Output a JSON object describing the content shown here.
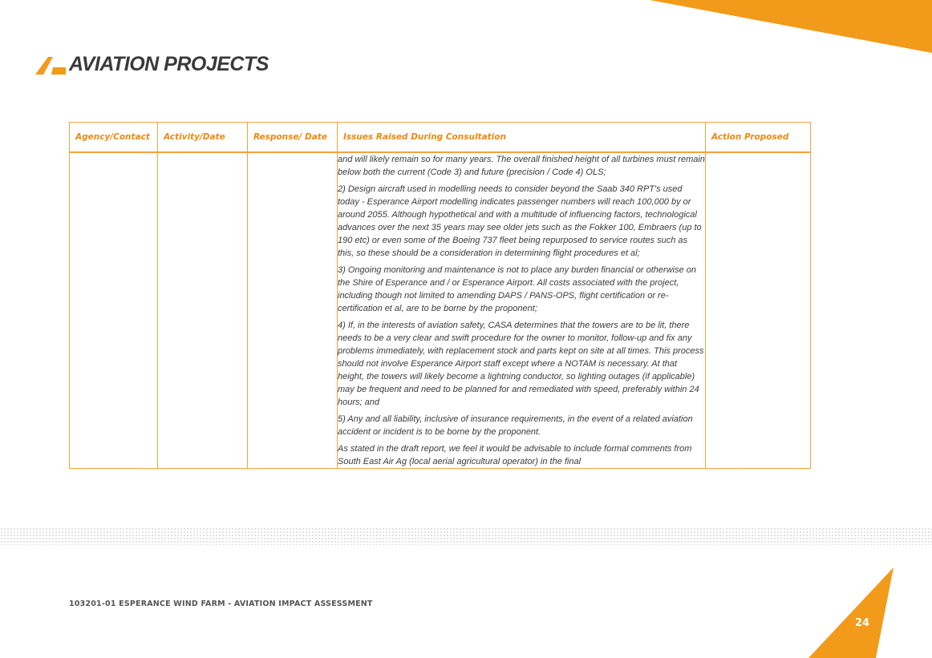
{
  "brand": {
    "logo_text": "AVIATION PROJECTS",
    "accent_color": "#f29a1a",
    "accent_color_light": "#f4a340"
  },
  "table": {
    "headers": [
      "Agency/Contact",
      "Activity/Date",
      "Response/ Date",
      "Issues Raised During Consultation",
      "Action Proposed"
    ],
    "row": {
      "agency": "",
      "activity": "",
      "response": "",
      "action": "",
      "issues": [
        "and will likely remain so for many years. The overall finished height of all turbines must remain below both the current (Code 3) and future (precision / Code 4) OLS;",
        "2) Design aircraft used in modelling needs to consider beyond the Saab 340 RPT's used today - Esperance Airport modelling indicates passenger numbers will reach 100,000 by or around 2055. Although hypothetical and with a multitude of influencing factors, technological advances over the next 35 years may see older jets such as the Fokker 100, Embraers (up to 190 etc) or even some of the Boeing 737 fleet being repurposed to service routes such as this, so these should be a consideration in determining flight procedures et al;",
        "3) Ongoing monitoring and maintenance is not to place any burden financial or otherwise on the Shire of Esperance and / or Esperance Airport. All costs associated with the project, including though not limited to amending DAPS / PANS-OPS, flight certification or re-certification et al, are to be borne by the proponent;",
        "4) If, in the interests of aviation safety, CASA determines that the towers are to be lit, there needs to be a very clear and swift procedure for the owner to monitor, follow-up and fix any problems immediately, with replacement stock and parts kept on site at all times. This process should not involve Esperance Airport staff except where a NOTAM is necessary. At that height, the towers will likely become a lightning conductor, so lighting outages (if applicable) may be frequent and need to be planned for and remediated with speed, preferably within 24 hours; and",
        "5) Any and all liability, inclusive of insurance requirements, in the event of a related aviation accident or incident is to be borne by the proponent.",
        "As stated in the draft report, we feel it would be advisable to include formal comments from South East Air Ag (local aerial agricultural operator) in the final"
      ]
    }
  },
  "footer": {
    "document_title": "103201-01 ESPERANCE WIND FARM - AVIATION IMPACT ASSESSMENT",
    "page_number": "24"
  }
}
